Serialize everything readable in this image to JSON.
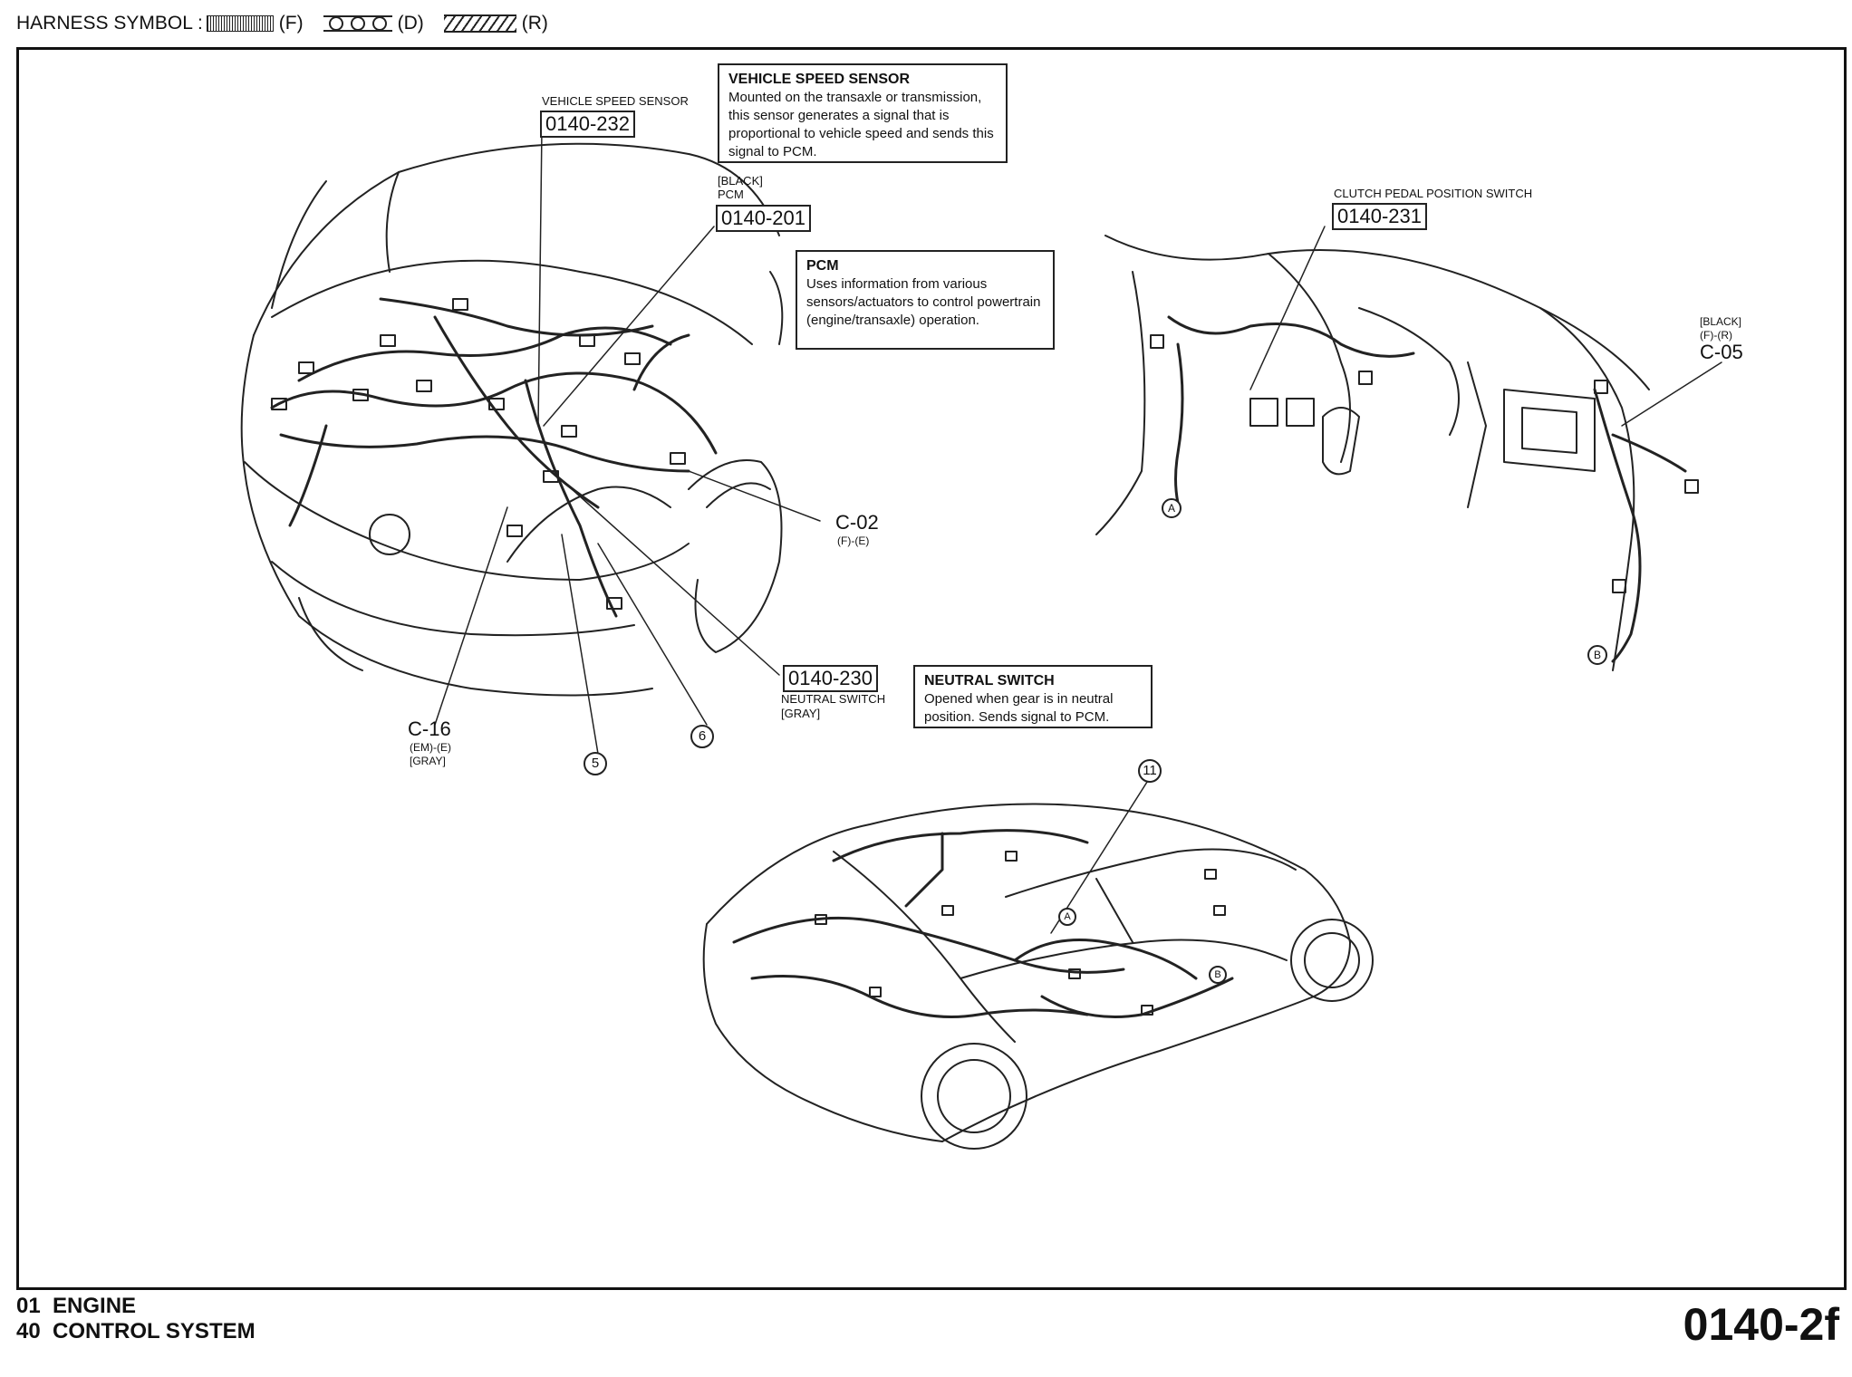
{
  "header": {
    "label": "HARNESS SYMBOL :",
    "symbols": [
      {
        "code": "(F)",
        "pattern": "fine-hatch"
      },
      {
        "code": "(D)",
        "pattern": "circles"
      },
      {
        "code": "(R)",
        "pattern": "diagonal-hatch"
      }
    ]
  },
  "callouts": {
    "vss_box": {
      "title": "VEHICLE SPEED SENSOR",
      "body": "Mounted on the transaxle or transmission, this sensor generates a signal that is proportional to vehicle speed and sends this signal to PCM."
    },
    "pcm_box": {
      "title": "PCM",
      "body": "Uses information from various sensors/actuators to control powertrain (engine/transaxle) operation."
    },
    "neutral_box": {
      "title": "NEUTRAL SWITCH",
      "body": "Opened when gear is in neutral position. Sends signal to PCM."
    }
  },
  "labels": {
    "vss_label": "VEHICLE SPEED SENSOR",
    "vss_code": "0140-232",
    "pcm_color": "[BLACK]",
    "pcm_label": "PCM",
    "pcm_code": "0140-201",
    "clutch_label": "CLUTCH PEDAL POSITION SWITCH",
    "clutch_code": "0140-231",
    "neutral_code": "0140-230",
    "neutral_label": "NEUTRAL SWITCH",
    "neutral_color": "[GRAY]"
  },
  "connectors": {
    "c02": {
      "name": "C-02",
      "sub": "(F)-(E)"
    },
    "c16": {
      "name": "C-16",
      "sub1": "(EM)-(E)",
      "sub2": "[GRAY]"
    },
    "c05": {
      "name": "C-05",
      "sub1": "[BLACK]",
      "sub2": "(F)-(R)"
    }
  },
  "markers": {
    "m5": "5",
    "m6": "6",
    "m11": "11",
    "a_left": "A",
    "b_right": "B",
    "a_car": "A",
    "b_car": "B"
  },
  "footer": {
    "line1": "01  ENGINE",
    "line2": "40  CONTROL SYSTEM",
    "page_code": "0140-2f"
  }
}
